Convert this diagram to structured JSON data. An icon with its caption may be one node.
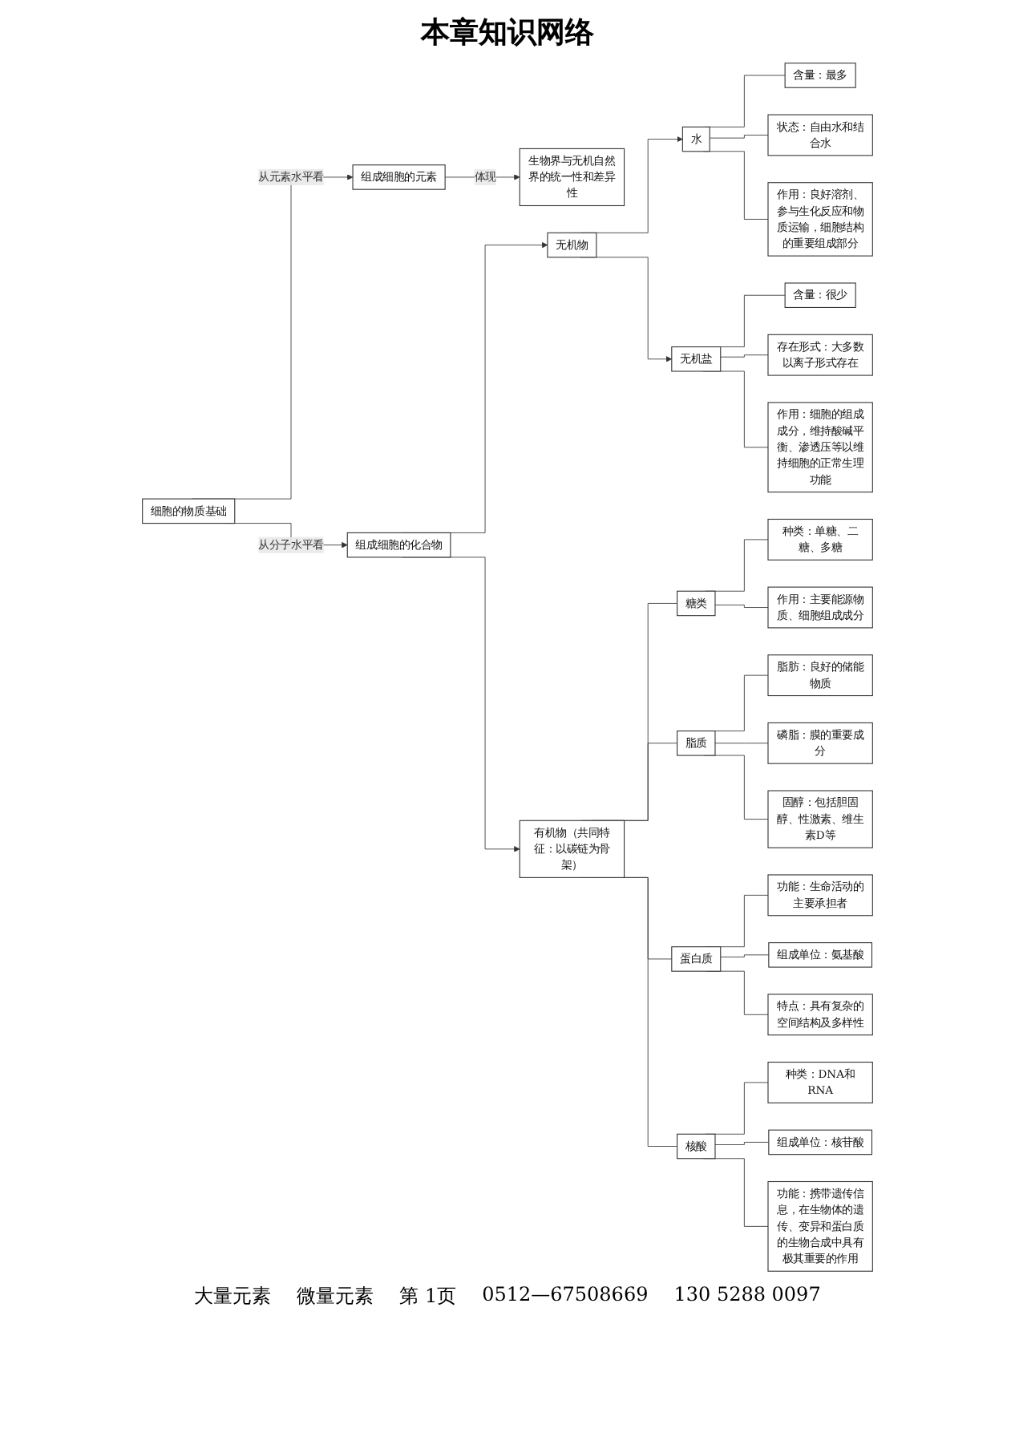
{
  "diagram": {
    "title": "本章知识网络",
    "nodes": [
      {
        "text": [
          "生物界与无机自然界的统一性和差异性"
        ]
      },
      {
        "text": [
          "组成细胞的元素"
        ]
      },
      {
        "text": [
          "细胞的物质基础"
        ]
      },
      {
        "text": [
          "组成细胞的化合物"
        ]
      },
      {
        "text": [
          "无机物"
        ]
      },
      {
        "text": [
          "有机物（共同特征：以碳链为骨架）"
        ]
      },
      {
        "text": [
          "水"
        ]
      },
      {
        "text": [
          "无机盐"
        ]
      },
      {
        "text": [
          "含量：最多"
        ]
      },
      {
        "text": [
          "状态：自由水和结合水"
        ]
      },
      {
        "text": [
          "作用：良好溶剂、参与生化反应和物质运输，细胞结构的重要组成部分"
        ]
      },
      {
        "text": [
          "含量：很少"
        ]
      },
      {
        "text": [
          "存在形式：大多数以离子形式存在"
        ]
      },
      {
        "text": [
          "作用：细胞的组成成分，维持酸碱平衡、渗透压等以维持细胞的正常生理功能"
        ]
      },
      {
        "text": [
          "糖类"
        ]
      },
      {
        "text": [
          "种类：单糖、二糖、多糖"
        ]
      },
      {
        "text": [
          "作用：主要能源物质、细胞组成成分"
        ]
      },
      {
        "text": [
          "脂质"
        ]
      },
      {
        "text": [
          "脂肪：良好的储能物质"
        ]
      },
      {
        "text": [
          "磷脂：膜的重要成分"
        ]
      },
      {
        "text": [
          "固醇：包括胆固醇、性激素、维生素D等"
        ]
      },
      {
        "text": [
          "蛋白质"
        ]
      },
      {
        "text": [
          "功能：生命活动的主要承担者"
        ]
      },
      {
        "text": [
          "组成单位：氨基酸"
        ]
      },
      {
        "text": [
          "特点：具有复杂的空间结构及多样性"
        ]
      },
      {
        "text": [
          "核酸"
        ]
      },
      {
        "text": [
          "种类：DNA和RNA"
        ]
      },
      {
        "text": [
          "组成单位：核苷酸"
        ]
      },
      {
        "text": [
          "功能：携带遗传信息，在生物体的遗传、变异和蛋白质的生物合成中具有极其重要的作用"
        ]
      }
    ],
    "edges": [
      {
        "from": 1,
        "to": 0,
        "arrow": "to",
        "label": "体现"
      },
      {
        "from": 2,
        "to": 1,
        "arrow": "to",
        "label": "从元素水平看"
      },
      {
        "from": 2,
        "to": 3,
        "arrow": "to",
        "label": "从分子水平看"
      },
      {
        "from": 3,
        "to": 4,
        "arrow": "to"
      },
      {
        "from": 3,
        "to": 5,
        "arrow": "to"
      },
      {
        "from": 4,
        "to": 6,
        "arrow": "to"
      },
      {
        "from": 4,
        "to": 7,
        "arrow": "to"
      },
      {
        "from": 6,
        "to": 8,
        "arrow": "none"
      },
      {
        "from": 6,
        "to": 9,
        "arrow": "none"
      },
      {
        "from": 6,
        "to": 10,
        "arrow": "none"
      },
      {
        "from": 7,
        "to": 11,
        "arrow": "none"
      },
      {
        "from": 7,
        "to": 12,
        "arrow": "none"
      },
      {
        "from": 7,
        "to": 13,
        "arrow": "none"
      },
      {
        "from": 5,
        "to": 14,
        "arrow": "none"
      },
      {
        "from": 5,
        "to": 17,
        "arrow": "none"
      },
      {
        "from": 5,
        "to": 21,
        "arrow": "none"
      },
      {
        "from": 5,
        "to": 25,
        "arrow": "none"
      },
      {
        "from": 14,
        "to": 15,
        "arrow": "none"
      },
      {
        "from": 14,
        "to": 16,
        "arrow": "none"
      },
      {
        "from": 17,
        "to": 18,
        "arrow": "none"
      },
      {
        "from": 17,
        "to": 19,
        "arrow": "none"
      },
      {
        "from": 17,
        "to": 20,
        "arrow": "none"
      },
      {
        "from": 21,
        "to": 22,
        "arrow": "none"
      },
      {
        "from": 21,
        "to": 23,
        "arrow": "none"
      },
      {
        "from": 21,
        "to": 24,
        "arrow": "none"
      },
      {
        "from": 25,
        "to": 26,
        "arrow": "none"
      },
      {
        "from": 25,
        "to": 27,
        "arrow": "none"
      },
      {
        "from": 25,
        "to": 28,
        "arrow": "none"
      }
    ],
    "labels": [
      "大量元素",
      "微量元素",
      "第 1页",
      "0512—67508669",
      "130 5288 0097"
    ]
  }
}
